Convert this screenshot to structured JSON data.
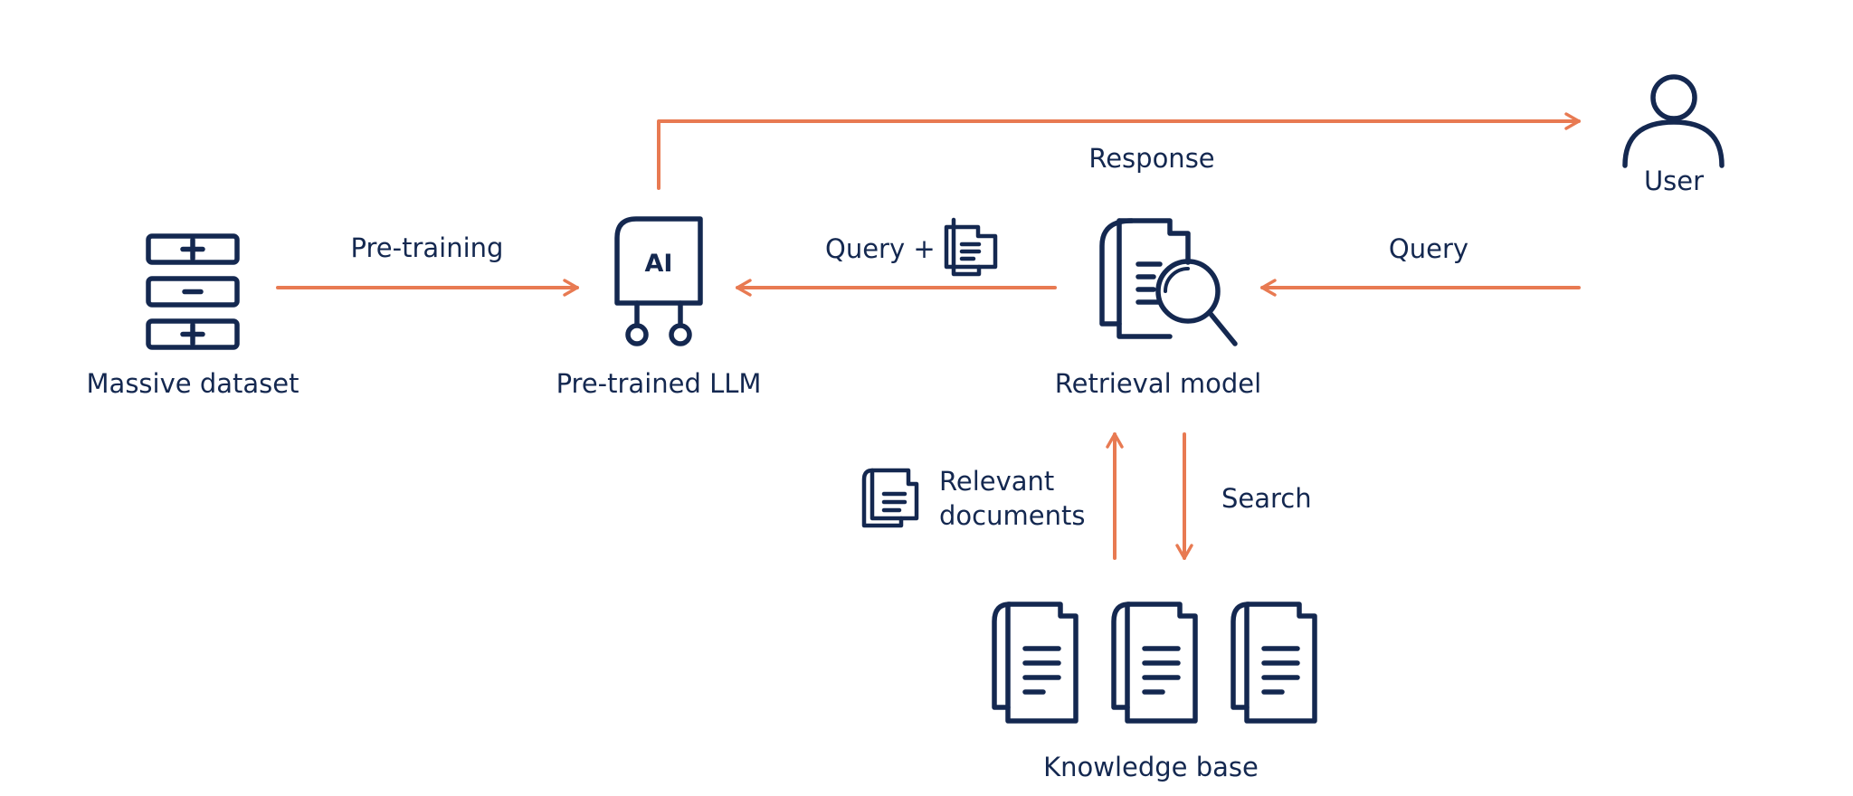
{
  "colors": {
    "arrow": "#E87A52",
    "icon": "#142850",
    "background": "#FFFFFF"
  },
  "nodes": {
    "dataset": {
      "label": "Massive dataset",
      "icon": "database-stack-icon"
    },
    "llm": {
      "label": "Pre-trained LLM",
      "icon_text": "AI",
      "icon": "ai-chip-icon"
    },
    "retrieval": {
      "label": "Retrieval model",
      "icon": "document-search-icon"
    },
    "user": {
      "label": "User",
      "icon": "user-icon"
    },
    "knowledge": {
      "label": "Knowledge base",
      "icon": "documents-icon"
    }
  },
  "edges": {
    "pretraining": {
      "label": "Pre-training"
    },
    "query_plus": {
      "label": "Query +",
      "icon": "document-icon"
    },
    "query": {
      "label": "Query"
    },
    "response": {
      "label": "Response"
    },
    "relevant": {
      "line1": "Relevant",
      "line2": "documents",
      "icon": "document-icon"
    },
    "search": {
      "label": "Search"
    }
  }
}
